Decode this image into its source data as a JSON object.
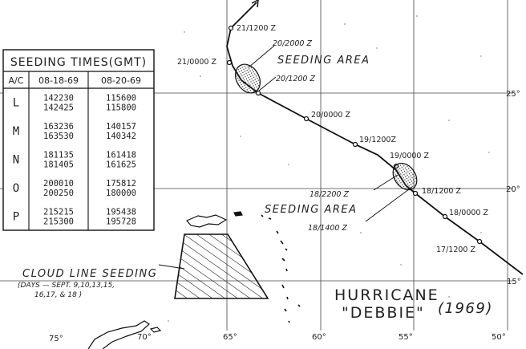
{
  "seeding_table": {
    "title": "SEEDING TIMES(GMT)",
    "col_ac": "A/C",
    "col_date1": "08-18-69",
    "col_date2": "08-20-69",
    "rows": [
      {
        "ac": "L",
        "d1a": "142230",
        "d1b": "142425",
        "d2a": "115600",
        "d2b": "115800"
      },
      {
        "ac": "M",
        "d1a": "163236",
        "d1b": "163530",
        "d2a": "140157",
        "d2b": "140342"
      },
      {
        "ac": "N",
        "d1a": "181135",
        "d1b": "181405",
        "d2a": "161418",
        "d2b": "161625"
      },
      {
        "ac": "O",
        "d1a": "200010",
        "d1b": "200250",
        "d2a": "175812",
        "d2b": "180000"
      },
      {
        "ac": "P",
        "d1a": "215215",
        "d1b": "215300",
        "d2a": "195438",
        "d2b": "195728"
      }
    ]
  },
  "track_labels": {
    "t21_1200": "21/1200 Z",
    "t21_0000": "21/0000 Z",
    "t20_2000": "20/2000 Z",
    "t20_1200": "20/1200 Z",
    "t20_0000": "20/0000 Z",
    "t19_1200": "19/1200Z",
    "t19_0000": "19/0000 Z",
    "t18_2200": "18/2200 Z",
    "t18_1200": "18/1200 Z",
    "t18_1400": "18/1400 Z",
    "t18_0000": "18/0000 Z",
    "t17_1200": "17/1200 Z"
  },
  "areas": {
    "seeding_upper": "SEEDING AREA",
    "seeding_lower": "SEEDING AREA",
    "cloud_line": "CLOUD LINE SEEDING",
    "cloud_days_1": "(DAYS — SEPT. 9,10,13,15,",
    "cloud_days_2": "16,17, & 18 )"
  },
  "title": {
    "line1": "HURRICANE",
    "line2": "\"DEBBIE\"",
    "year": "(1969)"
  },
  "longitudes": [
    "75°",
    "70°",
    "65°",
    "60°",
    "55°",
    "50°"
  ],
  "latitudes": [
    "25°",
    "20°",
    "15°"
  ]
}
